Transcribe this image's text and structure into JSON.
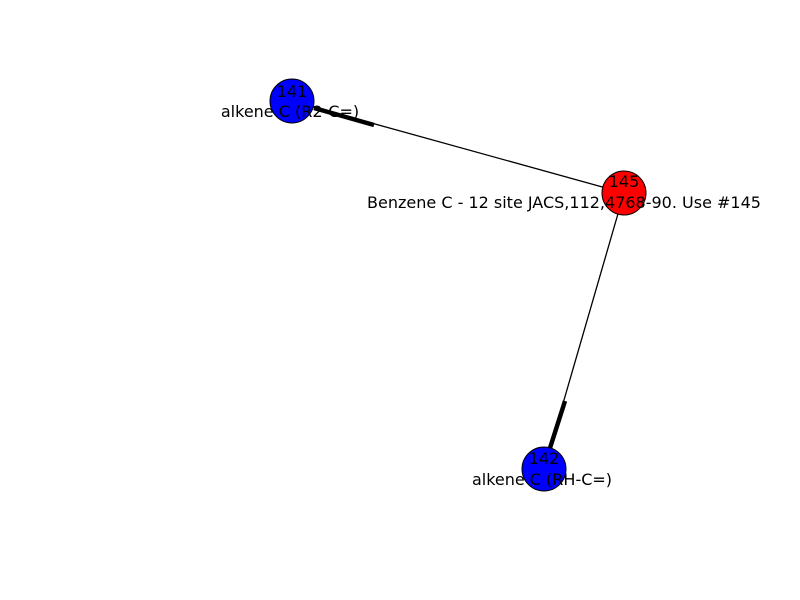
{
  "nodes": [
    {
      "key": "141",
      "id_text": "141",
      "label": "alkene C (R2-C=)",
      "color": "#0000ff"
    },
    {
      "key": "145",
      "id_text": "145",
      "label": "Benzene C - 12 site JACS,112,4768-90. Use #145",
      "color": "#ff0000"
    },
    {
      "key": "142",
      "id_text": "142",
      "label": "alkene C (RH-C=)",
      "color": "#0000ff"
    }
  ],
  "edges": [
    {
      "source": "145",
      "target": "141"
    },
    {
      "source": "145",
      "target": "142"
    }
  ]
}
